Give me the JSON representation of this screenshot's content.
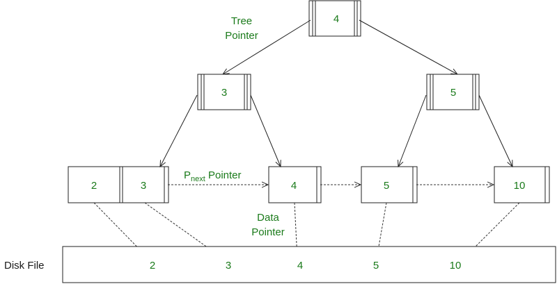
{
  "nodes": {
    "root": "4",
    "internal_left": "3",
    "internal_right": "5",
    "leaf_2": "2",
    "leaf_3": "3",
    "leaf_4": "4",
    "leaf_5": "5",
    "leaf_10": "10"
  },
  "labels": {
    "tree_pointer_line1": "Tree",
    "tree_pointer_line2": "Pointer",
    "pnext_p": "P",
    "pnext_sub": "next",
    "pnext_rest": " Pointer",
    "data_pointer_line1": "Data",
    "data_pointer_line2": "Pointer",
    "disk_file": "Disk File"
  },
  "disk_file": {
    "records": [
      "2",
      "3",
      "4",
      "5",
      "10"
    ]
  },
  "colors": {
    "text_green": "#1a7a1a",
    "line": "#222222"
  }
}
